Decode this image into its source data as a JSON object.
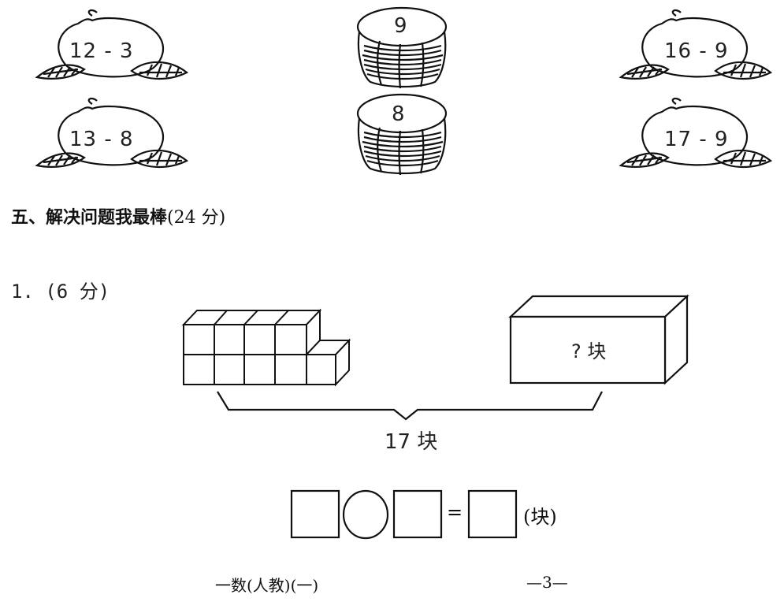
{
  "peaches": [
    {
      "expr": "12 - 3"
    },
    {
      "expr": "13 - 8"
    },
    {
      "expr": "16 - 9"
    },
    {
      "expr": "17 - 9"
    }
  ],
  "baskets": [
    {
      "value": "9"
    },
    {
      "value": "8"
    }
  ],
  "section": {
    "title": "五、解决问题我最棒",
    "points": "(24 分)"
  },
  "question1": {
    "label": "1. (6 分)",
    "box_label": "? 块",
    "total_label": "17 块",
    "equals": "=",
    "unit": "(块)"
  },
  "footer": {
    "left": "一数(人教)(一)",
    "right": "—3—"
  },
  "icons": [
    "peach-icon",
    "basket-icon",
    "cube-icon",
    "brace-icon"
  ]
}
